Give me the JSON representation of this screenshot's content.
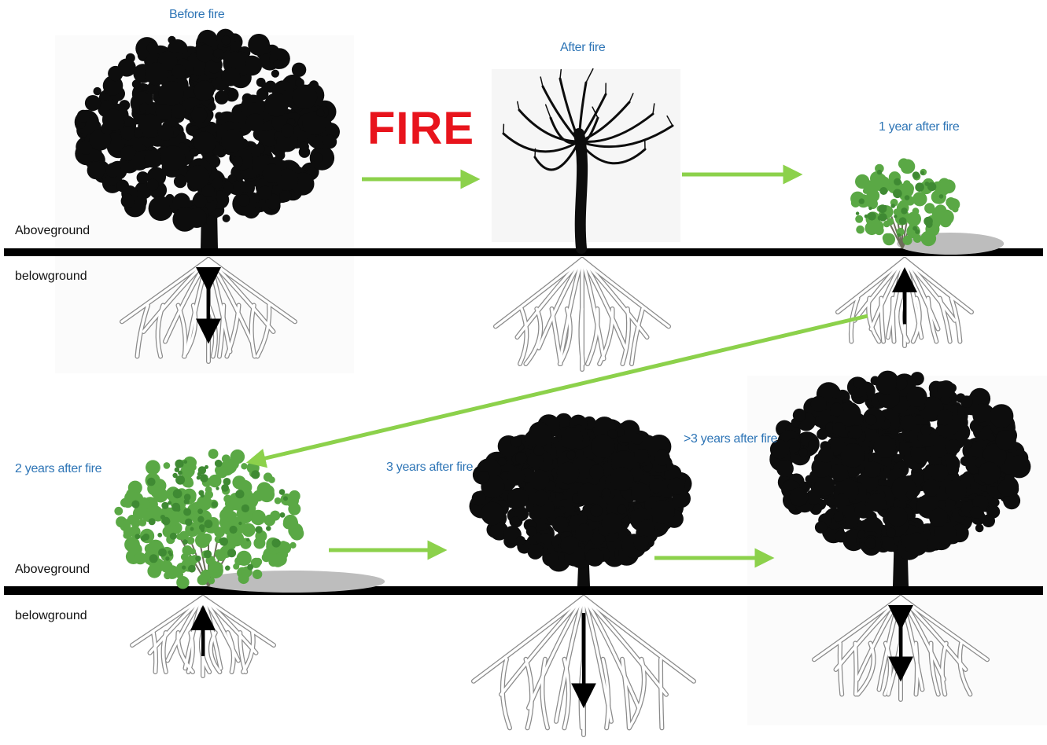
{
  "labels": {
    "before_fire": "Before fire",
    "after_fire": "After fire",
    "one_year": "1 year after fire",
    "two_years": "2 years after fire",
    "three_years": "3 years after fire",
    "more_than_three": ">3  years after fire",
    "fire_word": "FIRE",
    "aboveground_top": "Aboveground",
    "belowground_top": "belowground",
    "aboveground_bottom": "Aboveground",
    "belowground_bottom": "belowground"
  },
  "colors": {
    "stage_label": "#2e75b6",
    "fire": "#e8141c",
    "flow_arrow": "#8cd14b",
    "ground_line": "#000000",
    "canopy_dark": "#0d0d0d",
    "canopy_green": "#5aa845",
    "shadow": "#bdbdbd"
  },
  "stages": [
    {
      "key": "before_fire",
      "canopy": "full-dark-canopy",
      "root_arrow": "bidirectional"
    },
    {
      "key": "after_fire",
      "canopy": "bare-burnt-branches",
      "root_arrow": "none"
    },
    {
      "key": "one_year",
      "canopy": "small-green-resprout",
      "root_arrow": "up"
    },
    {
      "key": "two_years",
      "canopy": "large-green-resprout",
      "root_arrow": "up"
    },
    {
      "key": "three_years",
      "canopy": "dark-canopy",
      "root_arrow": "down"
    },
    {
      "key": "more_than_three",
      "canopy": "full-dark-canopy",
      "root_arrow": "bidirectional"
    }
  ]
}
